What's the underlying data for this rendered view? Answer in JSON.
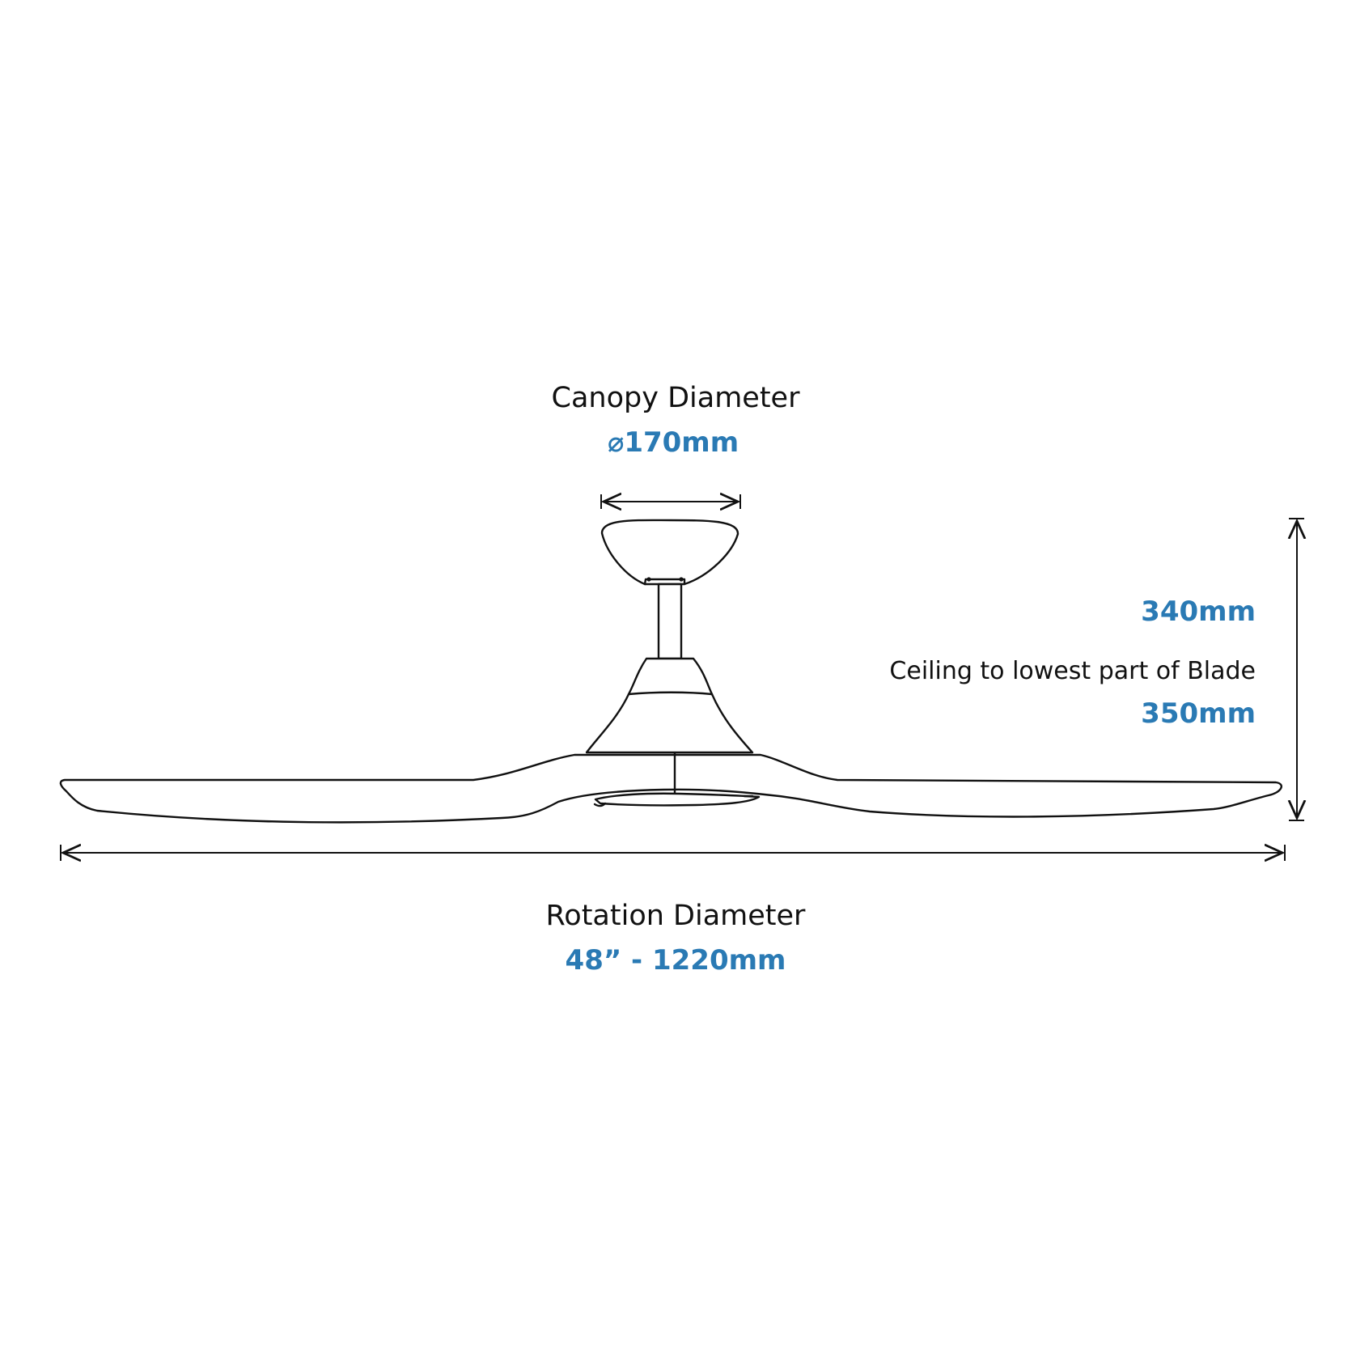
{
  "colors": {
    "accent": "#2a7ab4",
    "line": "#111111",
    "background": "#ffffff"
  },
  "canopy": {
    "title": "Canopy Diameter",
    "value": "⌀170mm"
  },
  "height": {
    "value": "340mm",
    "ceiling_label": "Ceiling to lowest part of Blade",
    "ceiling_value": "350mm"
  },
  "rotation": {
    "title": "Rotation Diameter",
    "value": "48” - 1220mm"
  }
}
